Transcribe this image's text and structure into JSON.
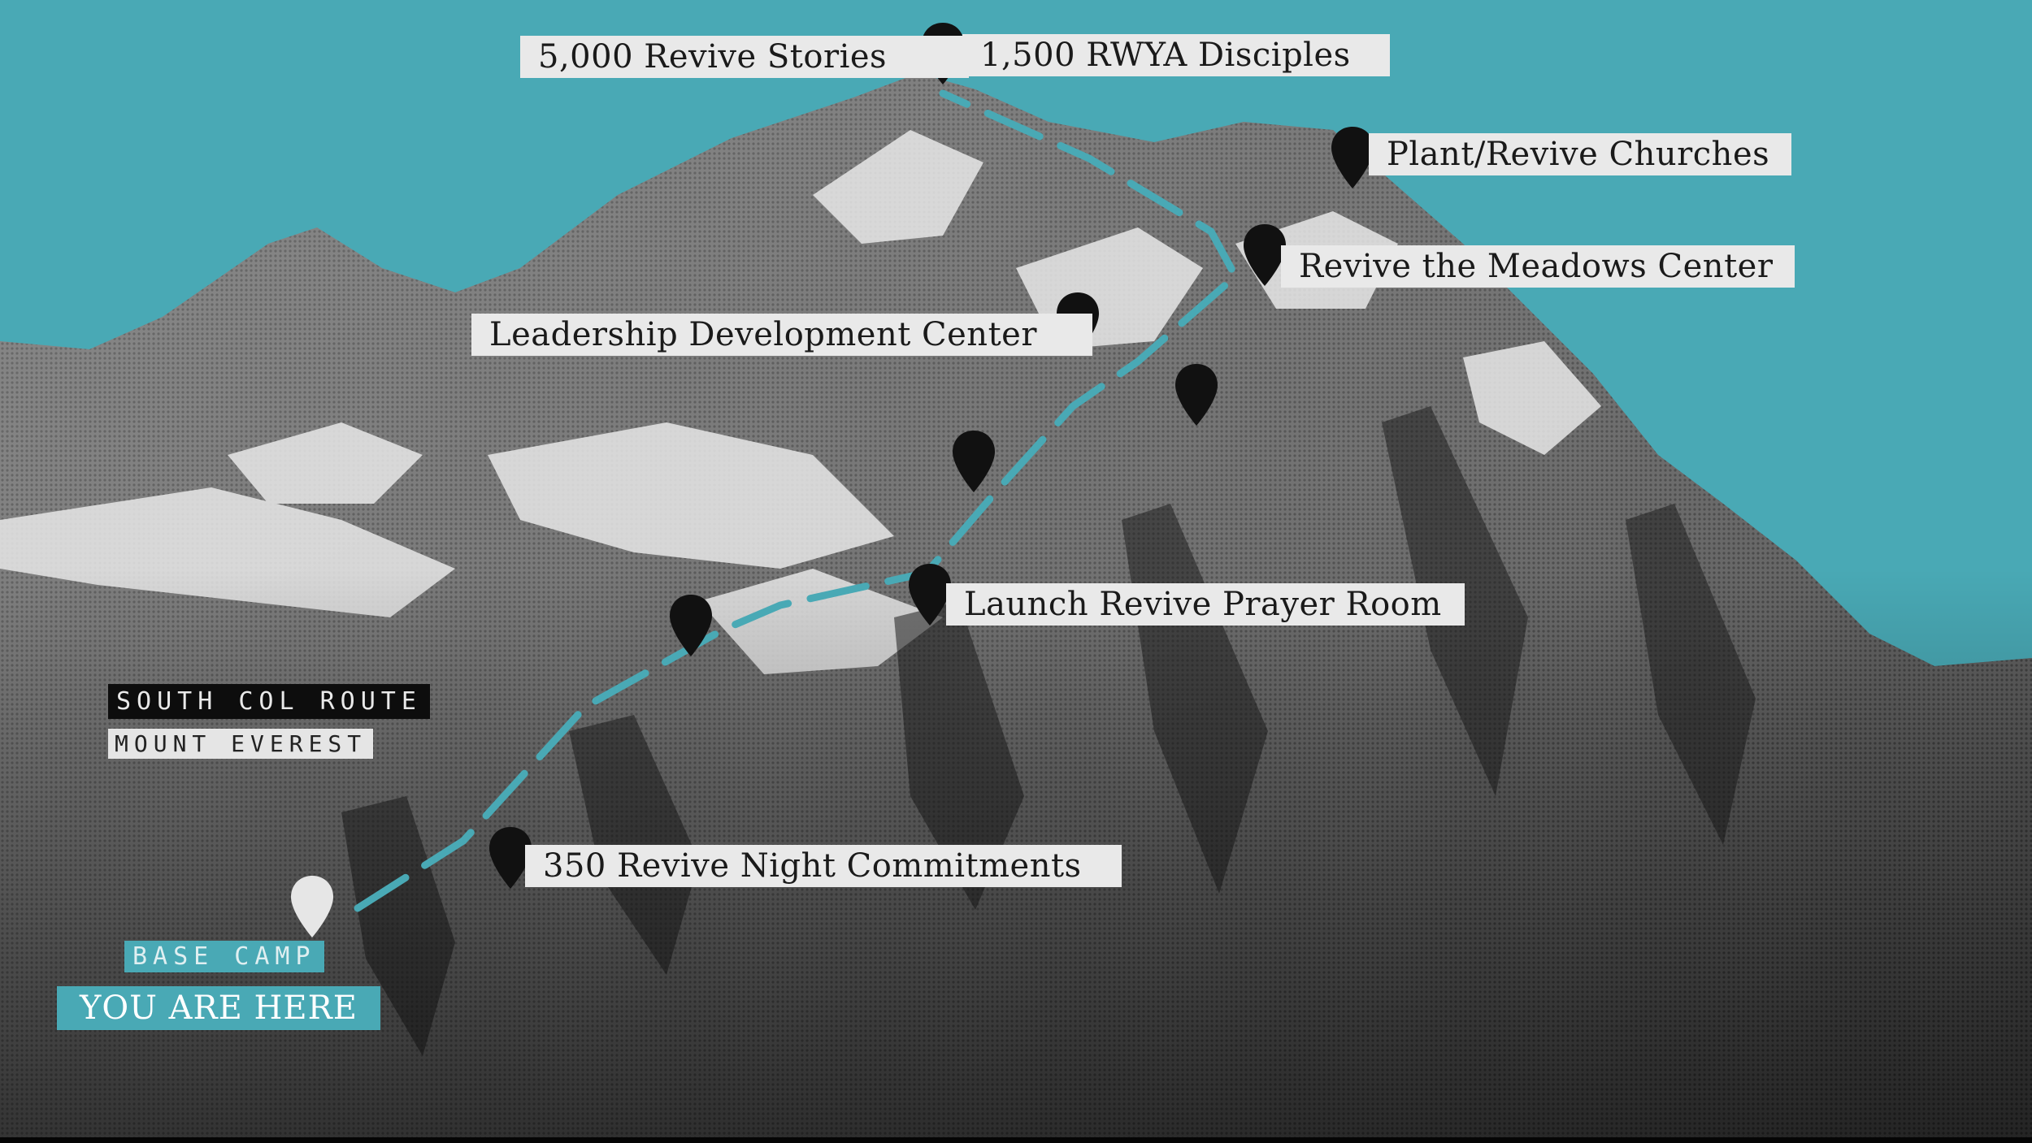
{
  "colors": {
    "sky": "#49a9b5",
    "route": "#49a9b5",
    "label_bg": "#e9e9e9",
    "pin": "#111111",
    "base_pin": "#e6e6e6"
  },
  "map": {
    "route_name": "SOUTH COL ROUTE",
    "mountain_name": "MOUNT EVEREST"
  },
  "base": {
    "camp_label": "BASE CAMP",
    "you_are_here": "YOU ARE HERE"
  },
  "milestones": {
    "summit_left": "5,000 Revive Stories",
    "summit_right": "1,500 RWYA Disciples",
    "plant_churches": "Plant/Revive Churches",
    "meadows_center": "Revive the Meadows Center",
    "leadership_center": "Leadership Development Center",
    "prayer_room": "Launch Revive Prayer Room",
    "night_commitments": "350 Revive Night Commitments"
  },
  "icons": {
    "milestone_pin": "map-pin-icon",
    "base_pin": "map-pin-icon"
  }
}
